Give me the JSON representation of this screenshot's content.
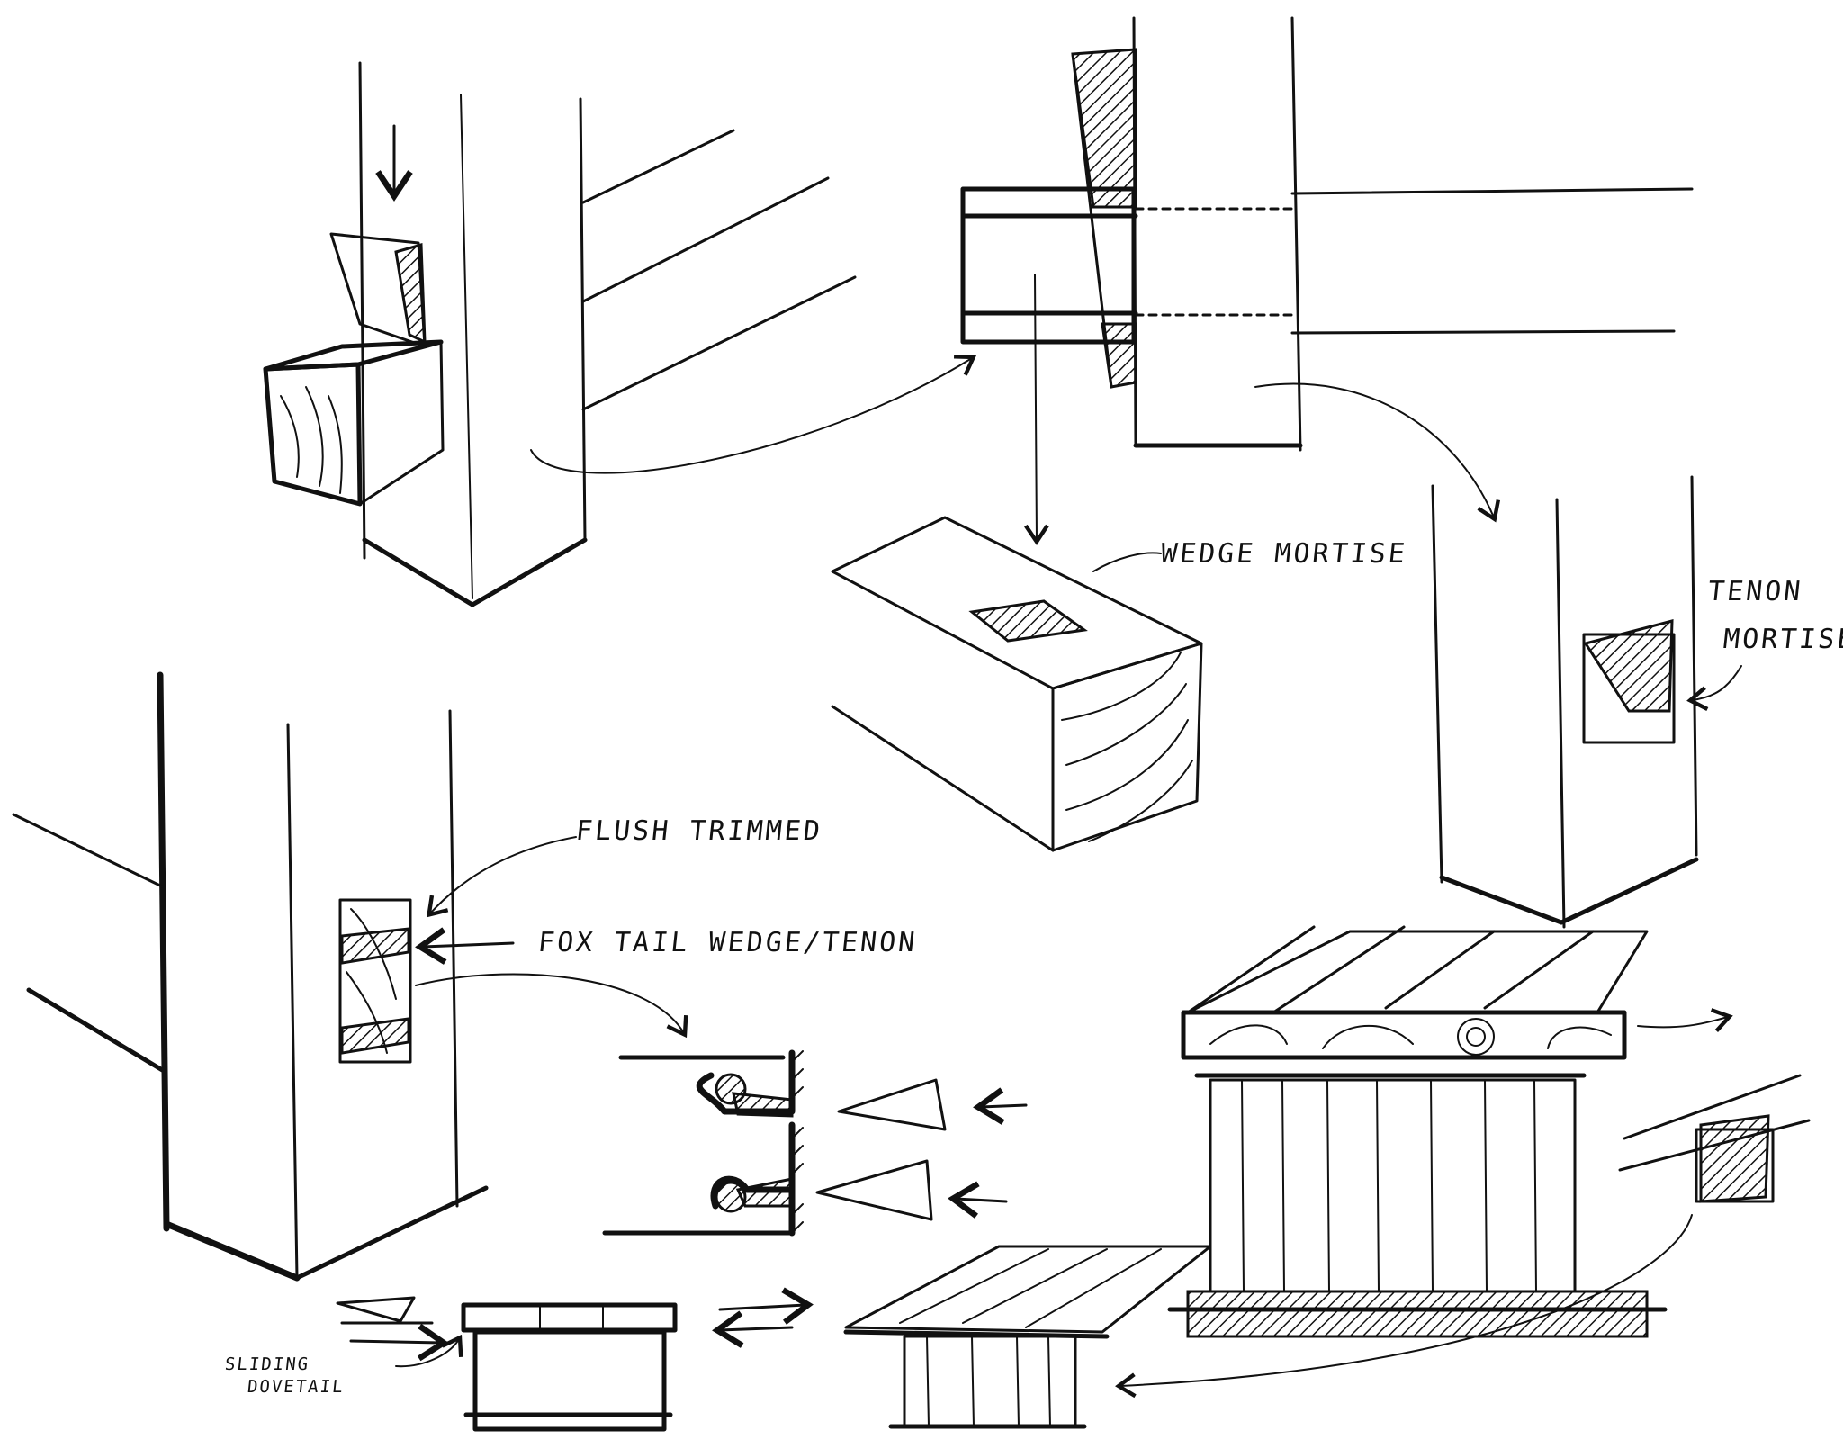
{
  "labels": {
    "wedge_mortise": "WEDGE MORTISE",
    "tenon_mortise_line1": "TENON",
    "tenon_mortise_line2": "MORTISE",
    "flush_trimmed": "FLUSH TRIMMED",
    "fox_tail": "FOX TAIL WEDGE/TENON",
    "sliding_dovetail_line1": "SLIDING",
    "sliding_dovetail_line2": "DOVETAIL"
  },
  "colors": {
    "ink": "#111111",
    "paper": "#ffffff"
  }
}
